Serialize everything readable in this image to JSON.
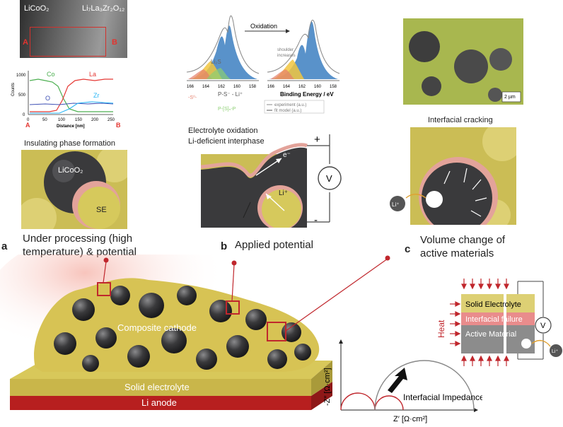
{
  "top_left": {
    "tem_label_left": "LiCoO₂",
    "tem_label_right": "Li₇La₃Zr₂O₁₂",
    "marker_a": "A",
    "marker_b": "B",
    "eds": {
      "ylabel": "Counts",
      "xlabel": "Distance [nm]",
      "yticks": [
        "0",
        "500",
        "1000"
      ],
      "xticks": [
        "0",
        "50",
        "100",
        "150",
        "200",
        "250"
      ],
      "series_labels": {
        "co": "Co",
        "la": "La",
        "o": "O",
        "zr": "Zr"
      },
      "end_a": "A",
      "end_b": "B"
    },
    "insulating_title": "Insulating phase formation",
    "licoo2_label": "LiCoO₂",
    "se_label": "SE"
  },
  "top_mid": {
    "oxidation_label": "Oxidation",
    "li2s_label": "Li₂S",
    "shoulder_label_1": "shoulder",
    "shoulder_label_2": "increases",
    "ps_li_label": "P-S⁻ - Li⁺",
    "s_label": "-S⁰-",
    "psp_label": "P-[S]ₙ-P",
    "xaxis_title": "Binding Energy / eV",
    "xticks_left": [
      "166",
      "164",
      "162",
      "160",
      "158"
    ],
    "xticks_right": [
      "166",
      "164",
      "162",
      "160",
      "158"
    ],
    "legend_experiment": "experiment (a.u.)",
    "legend_fit": "fit model (a.u.)",
    "electrolyte_oxidation": "Electrolyte oxidation",
    "li_deficient": "Li-deficient interphase",
    "e_label": "e⁻",
    "li_label": "Li⁺",
    "plus": "+",
    "minus": "-",
    "v_label": "V"
  },
  "top_right": {
    "scale_bar": "2 µm",
    "cracking_title": "Interfacial cracking",
    "li_label": "Li⁺"
  },
  "panels": {
    "a_letter": "a",
    "a_caption_1": "Under processing (high",
    "a_caption_2": "temperature) & potential",
    "b_letter": "b",
    "b_caption": "Applied potential",
    "c_letter": "c",
    "c_caption_1": "Volume change of",
    "c_caption_2": "active materials"
  },
  "cathode": {
    "composite_label": "Composite cathode",
    "solid_electrolyte_label": "Solid electrolyte",
    "li_anode_label": "Li anode"
  },
  "stack": {
    "solid_electrolyte": "Solid Electrolyte",
    "interfacial_failure": "Interfacial failure",
    "active_material": "Active Material",
    "heat": "Heat",
    "v_label": "V",
    "li_label": "Li⁺"
  },
  "impedance": {
    "ylabel": "-Z″ [Ω·cm²]",
    "xlabel": "Z′ [Ω·cm²]",
    "label": "Interfacial Impedance"
  },
  "colors": {
    "electrolyte_yellow": "#d9c95a",
    "active_dark": "#3a3a3c",
    "interphase_pink": "#e3a39a",
    "anode_red": "#b71f1f",
    "xps_blue": "#3c7fc1",
    "xps_yellow": "#f1c53f",
    "callout_red": "#c0272d"
  }
}
